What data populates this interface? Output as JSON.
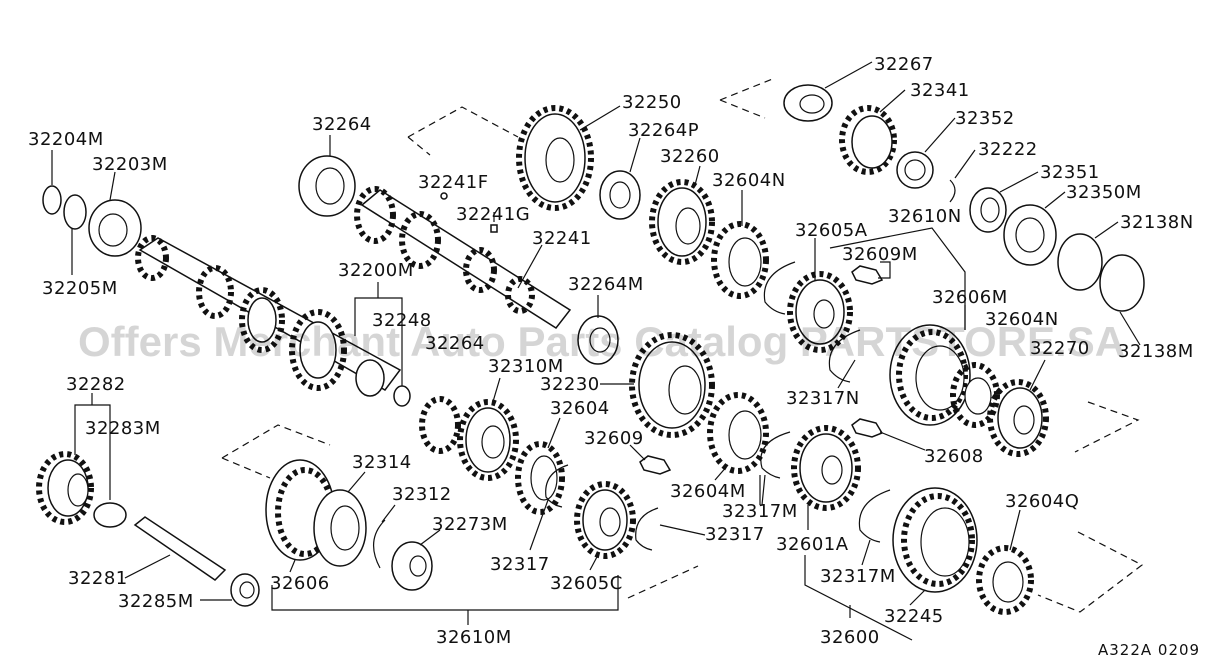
{
  "watermark": "Offers Merchant Auto Parts Catalog PARTSTORE.SA",
  "reference": "A322A 0209",
  "labels": {
    "p32204M": "32204M",
    "p32203M": "32203M",
    "p32205M": "32205M",
    "p32264": "32264",
    "p32250": "32250",
    "p32264P": "32264P",
    "p32260": "32260",
    "p32267": "32267",
    "p32341": "32341",
    "p32352": "32352",
    "p32222": "32222",
    "p32351": "32351",
    "p32350M": "32350M",
    "p32138N": "32138N",
    "p32241F": "32241F",
    "p32241G": "32241G",
    "p32241": "32241",
    "p32604N_a": "32604N",
    "p32605A": "32605A",
    "p32610N": "32610N",
    "p32609M": "32609M",
    "p32200M": "32200M",
    "p32264M": "32264M",
    "p32606M": "32606M",
    "p32604N_b": "32604N",
    "p32138M": "32138M",
    "p32248": "32248",
    "p32264_b": "32264",
    "p32270": "32270",
    "p32310M": "32310M",
    "p32230": "32230",
    "p32317N": "32317N",
    "p32282": "32282",
    "p32283M": "32283M",
    "p32604": "32604",
    "p32609": "32609",
    "p32608": "32608",
    "p32314": "32314",
    "p32312": "32312",
    "p32604M": "32604M",
    "p32604Q": "32604Q",
    "p32273M": "32273M",
    "p32317M_a": "32317M",
    "p32317": "32317",
    "p32317_b": "32317",
    "p32601A": "32601A",
    "p32281": "32281",
    "p32606": "32606",
    "p32605C": "32605C",
    "p32317M_b": "32317M",
    "p32285M": "32285M",
    "p32245": "32245",
    "p32610M": "32610M",
    "p32600": "32600"
  }
}
